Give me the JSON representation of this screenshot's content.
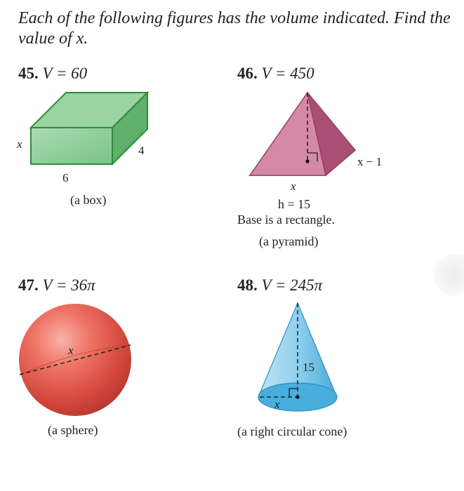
{
  "instructions": "Each of the following figures has the volume indicated. Find the value of x.",
  "problems": [
    {
      "number": "45.",
      "equation": "V = 60",
      "labels": {
        "height": "x",
        "depth": "4",
        "width": "6"
      },
      "caption": "(a box)"
    },
    {
      "number": "46.",
      "equation": "V = 450",
      "labels": {
        "base_width": "x",
        "base_depth": "x − 1"
      },
      "height_note": "h = 15",
      "base_note": "Base is a rectangle.",
      "caption": "(a pyramid)"
    },
    {
      "number": "47.",
      "equation": "V = 36π",
      "labels": {
        "diameter": "x"
      },
      "caption": "(a sphere)"
    },
    {
      "number": "48.",
      "equation": "V = 245π",
      "labels": {
        "height": "15",
        "radius": "x"
      },
      "caption": "(a right circular cone)"
    }
  ],
  "colors": {
    "box_fill": "#8fcc98",
    "box_edge": "#2e8b3c",
    "pyramid_fill": "#d48aa6",
    "pyramid_edge": "#9a3f62",
    "sphere_fill": "#e5574c",
    "cone_fill": "#7cc7ea",
    "cone_edge": "#2f8fc0"
  }
}
